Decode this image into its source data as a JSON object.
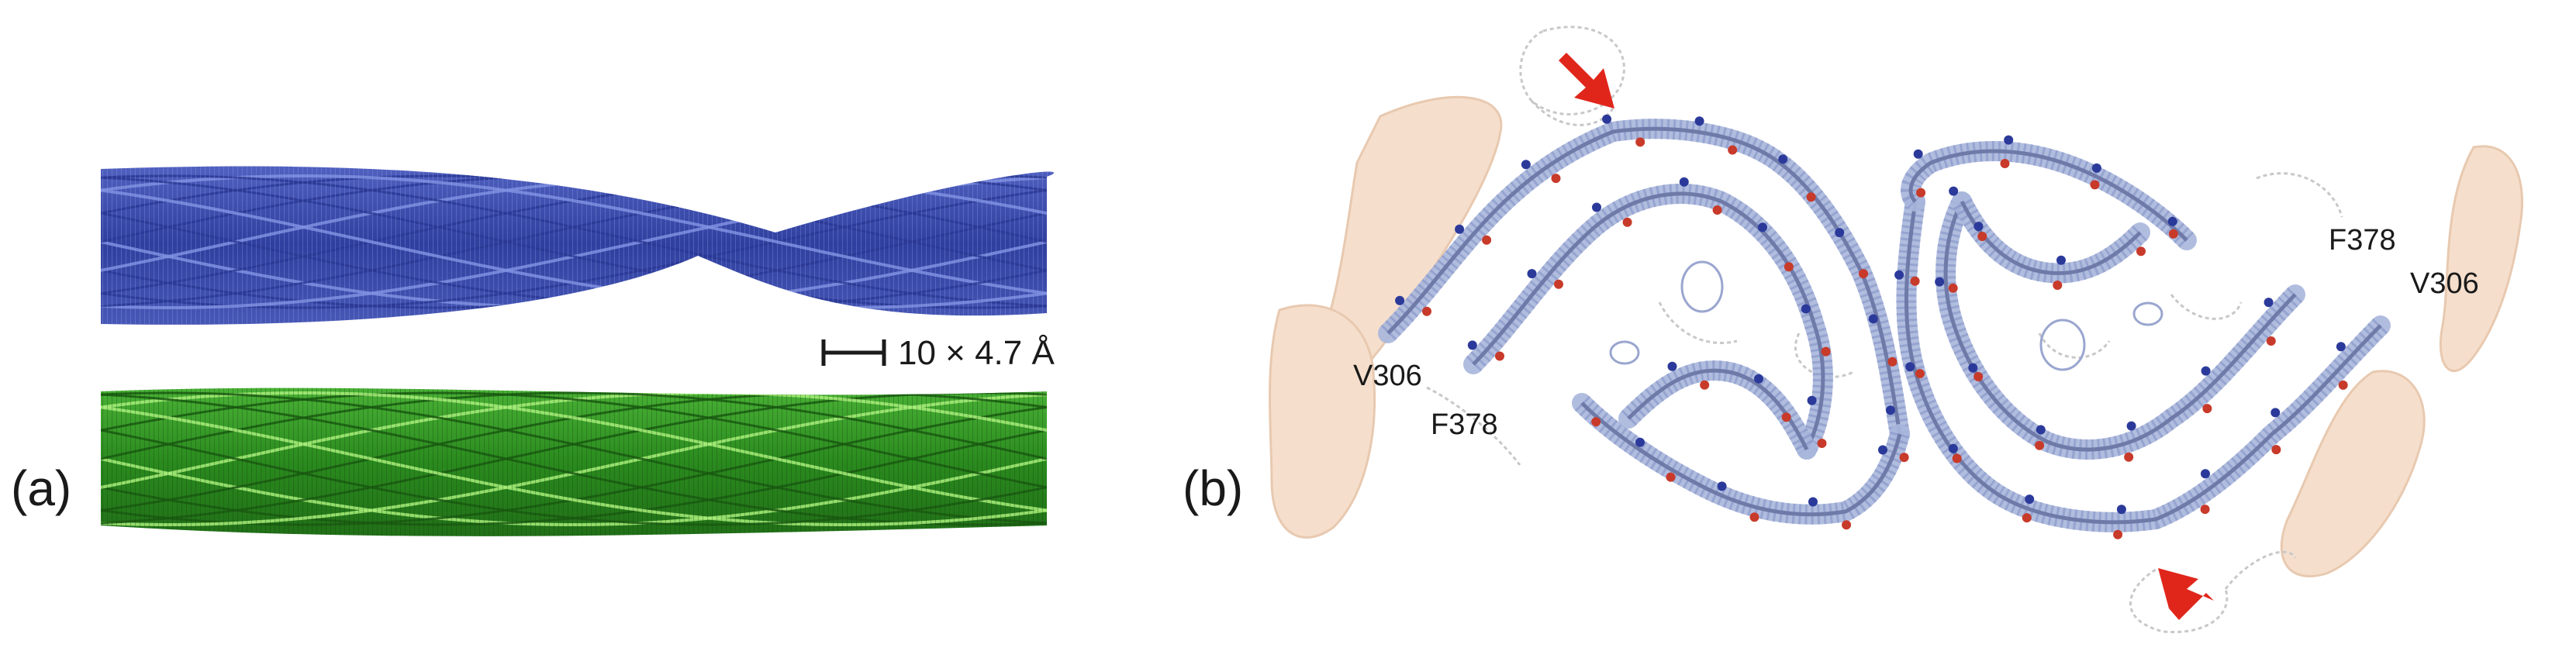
{
  "figure": {
    "panel_a_label": "(a)",
    "panel_b_label": "(b)",
    "scale_bar_label": "10 × 4.7 Å",
    "residue_labels": {
      "left_v306": "V306",
      "left_f378": "F378",
      "right_f378": "F378",
      "right_v306": "V306"
    },
    "colors": {
      "fibril_top": "#3f4fb0",
      "fibril_top_highlight": "#7f8fe0",
      "fibril_bottom": "#3faa2a",
      "fibril_bottom_highlight": "#a8ee7a",
      "density_mesh": "#a9b6db",
      "backbone": "#6f7aa8",
      "nitrogen_atom": "#2b3a9a",
      "oxygen_atom": "#c83a2a",
      "extra_density": "#f4dcc8",
      "arrow": "#e0261b"
    }
  }
}
